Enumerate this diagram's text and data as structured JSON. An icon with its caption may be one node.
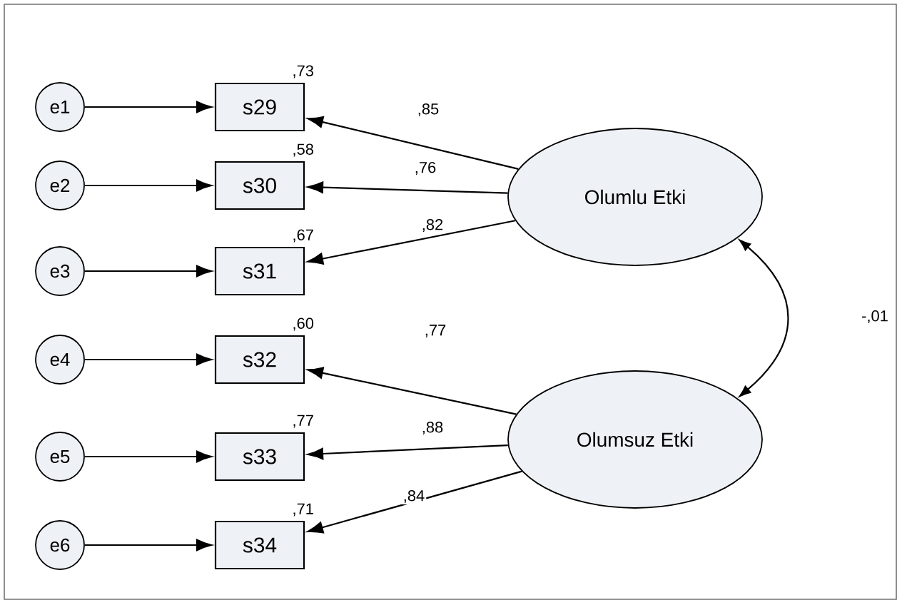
{
  "diagram": {
    "nodes": [
      {
        "text": [
          "e1"
        ]
      },
      {
        "text": [
          "e2"
        ]
      },
      {
        "text": [
          "e3"
        ]
      },
      {
        "text": [
          "e4"
        ]
      },
      {
        "text": [
          "e5"
        ]
      },
      {
        "text": [
          "e6"
        ]
      },
      {
        "text": [
          "s29"
        ],
        "beside": [
          ",73"
        ]
      },
      {
        "text": [
          "s30"
        ],
        "beside": [
          ",58"
        ]
      },
      {
        "text": [
          "s31"
        ],
        "beside": [
          ",67"
        ]
      },
      {
        "text": [
          "s32"
        ],
        "beside": [
          ",60"
        ]
      },
      {
        "text": [
          "s33"
        ],
        "beside": [
          ",77"
        ]
      },
      {
        "text": [
          "s34"
        ],
        "beside": [
          ",71"
        ]
      },
      {
        "text": [
          "Olumlu Etki"
        ]
      },
      {
        "text": [
          "Olumsuz Etki"
        ]
      }
    ],
    "edges": [
      {
        "from": 0,
        "to": 6,
        "arrow": "to"
      },
      {
        "from": 1,
        "to": 7,
        "arrow": "to"
      },
      {
        "from": 2,
        "to": 8,
        "arrow": "to"
      },
      {
        "from": 3,
        "to": 9,
        "arrow": "to"
      },
      {
        "from": 4,
        "to": 10,
        "arrow": "to"
      },
      {
        "from": 5,
        "to": 11,
        "arrow": "to"
      },
      {
        "from": 12,
        "to": 6,
        "arrow": "to",
        "label": ",85"
      },
      {
        "from": 12,
        "to": 7,
        "arrow": "to",
        "label": ",76"
      },
      {
        "from": 12,
        "to": 8,
        "arrow": "to",
        "label": ",82"
      },
      {
        "from": 13,
        "to": 9,
        "arrow": "to",
        "label": ",77"
      },
      {
        "from": 13,
        "to": 10,
        "arrow": "to",
        "label": ",88"
      },
      {
        "from": 13,
        "to": 11,
        "arrow": "to",
        "label": ",84"
      },
      {
        "from": 13,
        "to": 12,
        "arrow": "both",
        "label": "-,01"
      }
    ]
  }
}
